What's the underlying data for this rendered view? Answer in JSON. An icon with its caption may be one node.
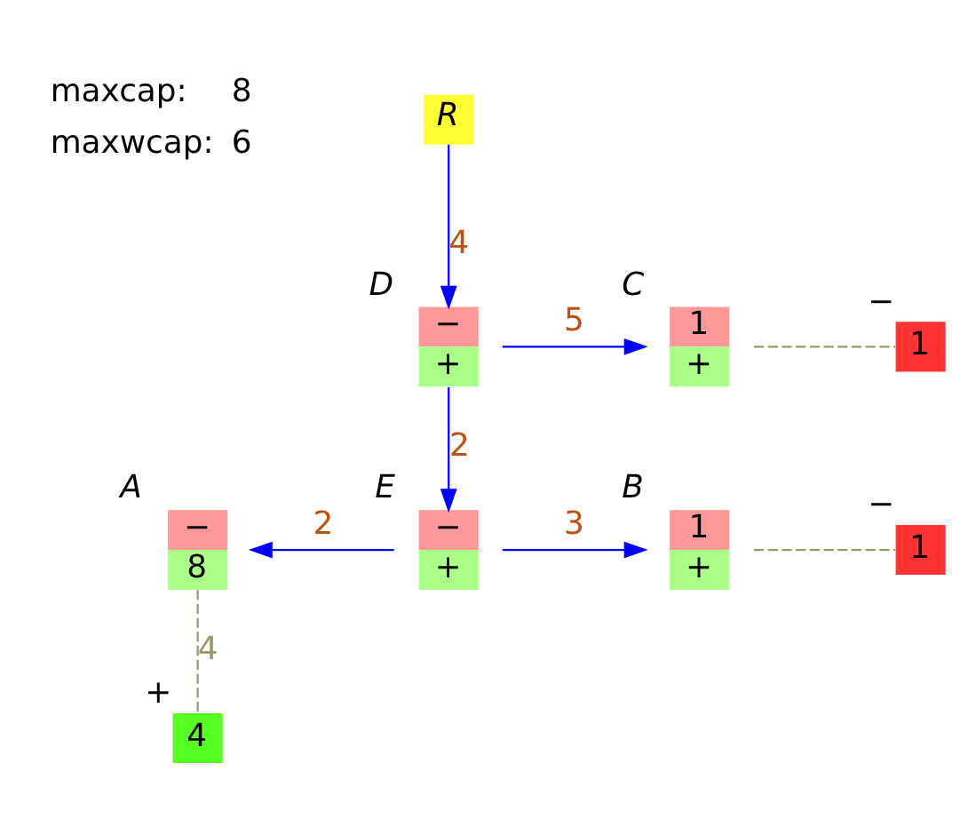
{
  "diagram": {
    "nodes": [
      {
        "text": [
          "R"
        ]
      },
      {
        "text": [
          "−",
          "+"
        ],
        "beside": [
          "D"
        ]
      },
      {
        "text": [
          "1",
          "+"
        ],
        "beside": [
          "C"
        ]
      },
      {
        "text": [
          "1"
        ],
        "beside": [
          "−"
        ]
      },
      {
        "text": [
          "−",
          "+"
        ],
        "beside": [
          "E"
        ]
      },
      {
        "text": [
          "−",
          "8"
        ],
        "beside": [
          "A"
        ]
      },
      {
        "text": [
          "1",
          "+"
        ],
        "beside": [
          "B"
        ]
      },
      {
        "text": [
          "1"
        ],
        "beside": [
          "−"
        ]
      },
      {
        "text": [
          "4"
        ],
        "beside": [
          "+"
        ]
      }
    ],
    "edges": [
      {
        "from": 0,
        "to": 1,
        "arrow": "to",
        "label": "4"
      },
      {
        "from": 1,
        "to": 2,
        "arrow": "to",
        "label": "5"
      },
      {
        "from": 1,
        "to": 4,
        "arrow": "to",
        "label": "2"
      },
      {
        "from": 4,
        "to": 5,
        "arrow": "to",
        "label": "2"
      },
      {
        "from": 4,
        "to": 6,
        "arrow": "to",
        "label": "3"
      },
      {
        "from": 2,
        "to": 3,
        "arrow": "none",
        "style": "dashed",
        "color": "#999966"
      },
      {
        "from": 6,
        "to": 7,
        "arrow": "none",
        "style": "dashed",
        "color": "#999966"
      },
      {
        "from": 5,
        "to": 8,
        "arrow": "none",
        "style": "dashed",
        "color": "#999966",
        "label": "4"
      }
    ],
    "labels": [
      "maxcap:",
      "8",
      "maxwcap:",
      "6"
    ]
  }
}
